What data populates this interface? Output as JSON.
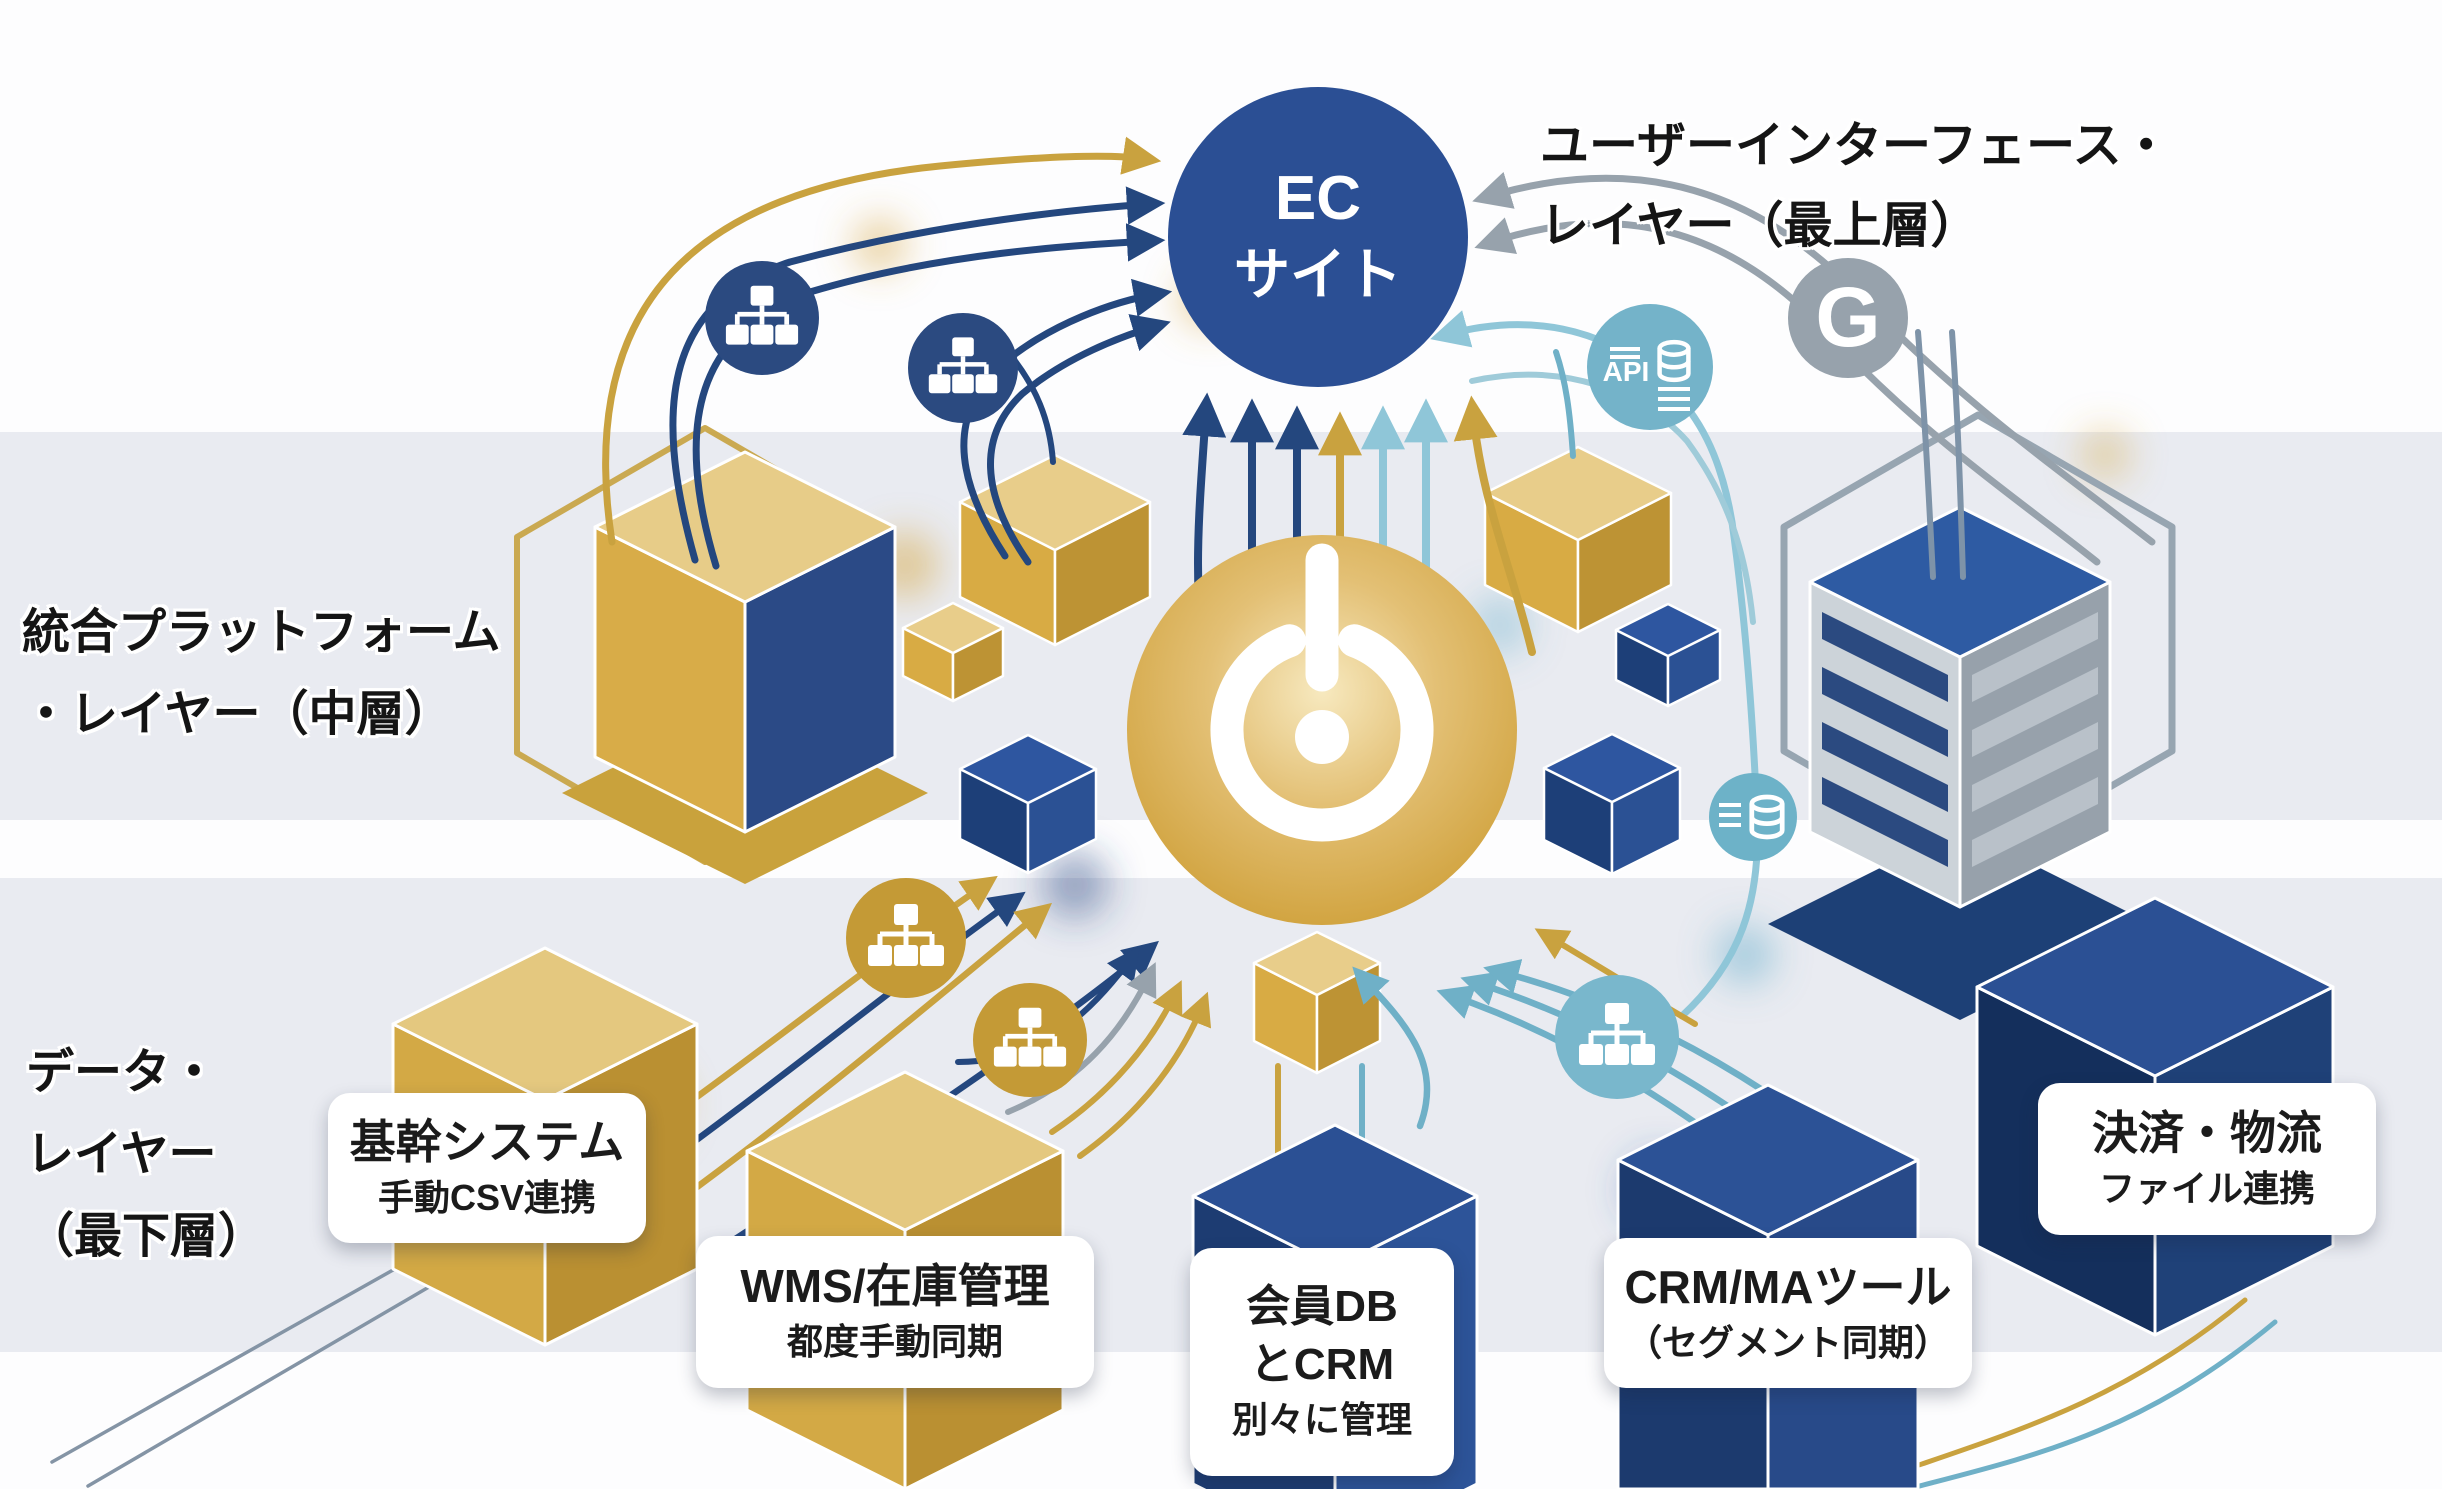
{
  "layer_labels": {
    "ui": {
      "line1": "ユーザーインターフェース・",
      "line2": "レイヤー（最上層）"
    },
    "platform": {
      "line1": "統合プラットフォーム",
      "line2": "・レイヤー（中層）"
    },
    "data": {
      "line1": "データ・",
      "line2": "レイヤー",
      "line3": "（最下層）"
    }
  },
  "ec_site": {
    "line1": "EC",
    "line2": "サイト"
  },
  "systems": {
    "core": {
      "title": "基幹システム",
      "subtitle": "手動CSV連携"
    },
    "wms": {
      "title": "WMS/在庫管理",
      "subtitle": "都度手動同期"
    },
    "member": {
      "line1": "会員DB",
      "line2": "とCRM",
      "line3": "別々に管理"
    },
    "crm": {
      "title": "CRM/MAツール",
      "subtitle": "（セグメント同期）"
    },
    "payment": {
      "title": "決済・物流",
      "subtitle": "ファイル連携"
    }
  },
  "badges": {
    "api_label": "API",
    "g_label": "G"
  },
  "icon_names": {
    "sitemap": "sitemap-icon",
    "api": "api-icon",
    "g_logo": "g-logo-icon",
    "database": "database-icon",
    "server": "server-icon",
    "power": "power-icon",
    "cube": "cube-icon"
  },
  "colors": {
    "navy": "#24477e",
    "ec_blue": "#2b4f94",
    "gold": "#c9a23f",
    "gold_light": "#e7cc88",
    "gold_deep": "#ba9032",
    "teal": "#6fb0c7",
    "light_blue": "#8fc6d8",
    "gray": "#97a2ac",
    "band": "#e9ebf1"
  }
}
